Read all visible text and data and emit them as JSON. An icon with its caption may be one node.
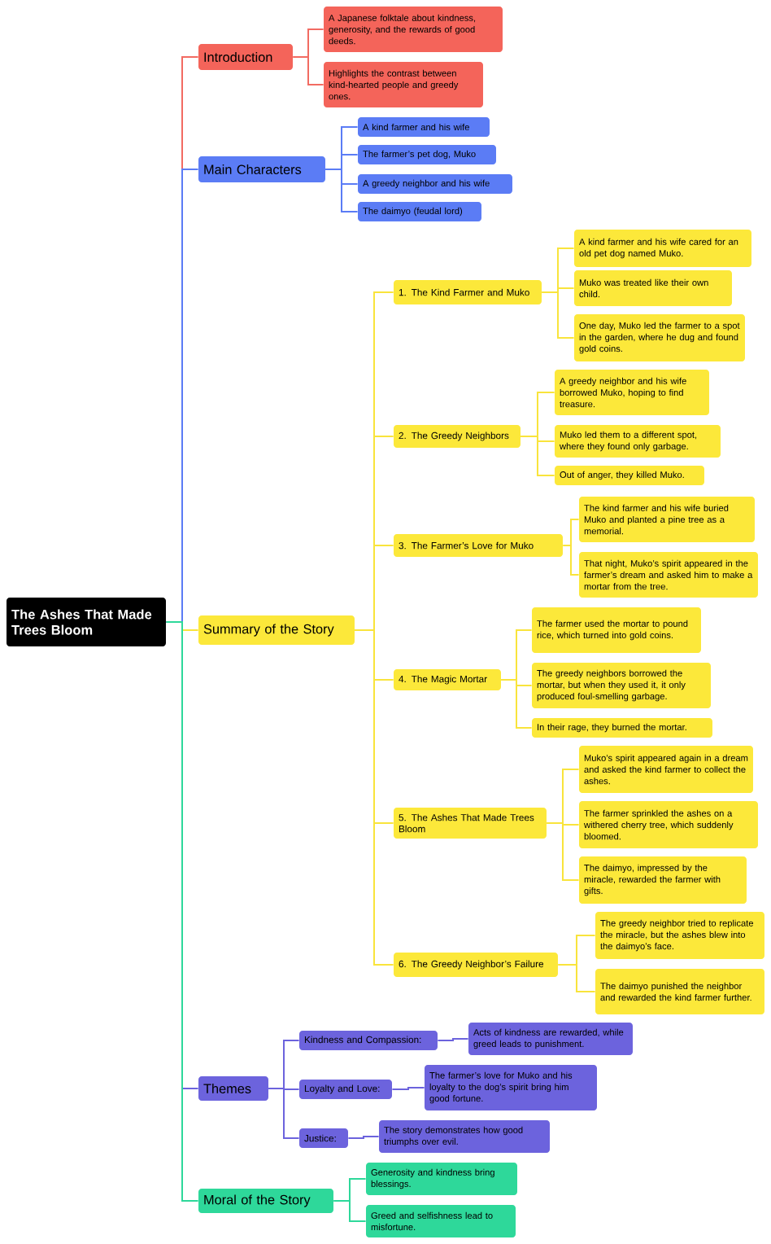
{
  "diagram": {
    "nodes": [
      {
        "text": [
          "The Ashes That Made Trees Bloom"
        ]
      },
      {
        "text": [
          "Introduction"
        ]
      },
      {
        "text": [
          "A Japanese folktale about kindness, generosity, and the rewards of good deeds."
        ]
      },
      {
        "text": [
          "Highlights the contrast between kind-hearted people and greedy ones."
        ]
      },
      {
        "text": [
          "Main Characters"
        ]
      },
      {
        "text": [
          "A kind farmer and his wife"
        ]
      },
      {
        "text": [
          "The farmer’s pet dog, Muko"
        ]
      },
      {
        "text": [
          "A greedy neighbor and his wife"
        ]
      },
      {
        "text": [
          "The daimyo (feudal lord)"
        ]
      },
      {
        "text": [
          "Summary of the Story"
        ]
      },
      {
        "text": [
          "1. The Kind Farmer and Muko"
        ]
      },
      {
        "text": [
          "A kind farmer and his wife cared for an old pet dog named Muko."
        ]
      },
      {
        "text": [
          "Muko was treated like their own child."
        ]
      },
      {
        "text": [
          "One day, Muko led the farmer to a spot in the garden, where he dug and found gold coins."
        ]
      },
      {
        "text": [
          "2. The Greedy Neighbors"
        ]
      },
      {
        "text": [
          "A greedy neighbor and his wife borrowed Muko, hoping to find treasure."
        ]
      },
      {
        "text": [
          "Muko led them to a different spot, where they found only garbage."
        ]
      },
      {
        "text": [
          "Out of anger, they killed Muko."
        ]
      },
      {
        "text": [
          "3. The Farmer’s Love for Muko"
        ]
      },
      {
        "text": [
          "The kind farmer and his wife buried Muko and planted a pine tree as a memorial."
        ]
      },
      {
        "text": [
          "That night, Muko’s spirit appeared in the farmer’s dream and asked him to make a mortar from the tree."
        ]
      },
      {
        "text": [
          "4. The Magic Mortar"
        ]
      },
      {
        "text": [
          "The farmer used the mortar to pound rice, which turned into gold coins."
        ]
      },
      {
        "text": [
          "The greedy neighbors borrowed the mortar, but when they used it, it only produced foul-smelling garbage."
        ]
      },
      {
        "text": [
          "In their rage, they burned the mortar."
        ]
      },
      {
        "text": [
          "5. The Ashes That Made Trees Bloom"
        ]
      },
      {
        "text": [
          "Muko’s spirit appeared again in a dream and asked the kind farmer to collect the ashes."
        ]
      },
      {
        "text": [
          "The farmer sprinkled the ashes on a withered cherry tree, which suddenly bloomed."
        ]
      },
      {
        "text": [
          "The daimyo, impressed by the miracle, rewarded the farmer with gifts."
        ]
      },
      {
        "text": [
          "6. The Greedy Neighbor’s Failure"
        ]
      },
      {
        "text": [
          "The greedy neighbor tried to replicate the miracle, but the ashes blew into the daimyo’s face."
        ]
      },
      {
        "text": [
          "The daimyo punished the neighbor and rewarded the kind farmer further."
        ]
      },
      {
        "text": [
          "Themes"
        ]
      },
      {
        "text": [
          "Kindness and Compassion:"
        ]
      },
      {
        "text": [
          "Acts of kindness are rewarded, while greed leads to punishment."
        ]
      },
      {
        "text": [
          "Loyalty and Love:"
        ]
      },
      {
        "text": [
          "The farmer’s love for Muko and his loyalty to the dog’s spirit bring him good fortune."
        ]
      },
      {
        "text": [
          "Justice:"
        ]
      },
      {
        "text": [
          "The story demonstrates how good triumphs over evil."
        ]
      },
      {
        "text": [
          "Moral of the Story"
        ]
      },
      {
        "text": [
          "Generosity and kindness bring blessings."
        ]
      },
      {
        "text": [
          "Greed and selfishness lead to misfortune."
        ]
      }
    ],
    "edges": [
      {
        "from": 0,
        "to": 1,
        "arrow": "none",
        "color": "#f26b62"
      },
      {
        "from": 1,
        "to": 2,
        "arrow": "none",
        "color": "#f26b62"
      },
      {
        "from": 1,
        "to": 3,
        "arrow": "none",
        "color": "#f26b62"
      },
      {
        "from": 0,
        "to": 4,
        "arrow": "none",
        "color": "#5b7cf5"
      },
      {
        "from": 4,
        "to": 5,
        "arrow": "none",
        "color": "#5b7cf5"
      },
      {
        "from": 4,
        "to": 6,
        "arrow": "none",
        "color": "#5b7cf5"
      },
      {
        "from": 4,
        "to": 7,
        "arrow": "none",
        "color": "#5b7cf5"
      },
      {
        "from": 4,
        "to": 8,
        "arrow": "none",
        "color": "#5b7cf5"
      },
      {
        "from": 0,
        "to": 9,
        "arrow": "none"
      },
      {
        "from": 9,
        "to": 10,
        "arrow": "none"
      },
      {
        "from": 10,
        "to": 11,
        "arrow": "none"
      },
      {
        "from": 10,
        "to": 12,
        "arrow": "none"
      },
      {
        "from": 10,
        "to": 13,
        "arrow": "none"
      },
      {
        "from": 9,
        "to": 14,
        "arrow": "none"
      },
      {
        "from": 14,
        "to": 15,
        "arrow": "none"
      },
      {
        "from": 14,
        "to": 16,
        "arrow": "none"
      },
      {
        "from": 14,
        "to": 17,
        "arrow": "none"
      },
      {
        "from": 9,
        "to": 18,
        "arrow": "none"
      },
      {
        "from": 18,
        "to": 19,
        "arrow": "none"
      },
      {
        "from": 18,
        "to": 20,
        "arrow": "none"
      },
      {
        "from": 9,
        "to": 21,
        "arrow": "none"
      },
      {
        "from": 21,
        "to": 22,
        "arrow": "none"
      },
      {
        "from": 21,
        "to": 23,
        "arrow": "none"
      },
      {
        "from": 21,
        "to": 24,
        "arrow": "none"
      },
      {
        "from": 9,
        "to": 25,
        "arrow": "none"
      },
      {
        "from": 25,
        "to": 26,
        "arrow": "none"
      },
      {
        "from": 25,
        "to": 27,
        "arrow": "none"
      },
      {
        "from": 25,
        "to": 28,
        "arrow": "none"
      },
      {
        "from": 9,
        "to": 29,
        "arrow": "none"
      },
      {
        "from": 29,
        "to": 30,
        "arrow": "none"
      },
      {
        "from": 29,
        "to": 31,
        "arrow": "none"
      },
      {
        "from": 0,
        "to": 32,
        "arrow": "none",
        "color": "#6c63dd"
      },
      {
        "from": 32,
        "to": 33,
        "arrow": "none",
        "color": "#6c63dd"
      },
      {
        "from": 33,
        "to": 34,
        "arrow": "none",
        "color": "#6c63dd"
      },
      {
        "from": 32,
        "to": 35,
        "arrow": "none",
        "color": "#6c63dd"
      },
      {
        "from": 35,
        "to": 36,
        "arrow": "none",
        "color": "#6c63dd"
      },
      {
        "from": 32,
        "to": 37,
        "arrow": "none",
        "color": "#6c63dd"
      },
      {
        "from": 37,
        "to": 38,
        "arrow": "none",
        "color": "#6c63dd"
      },
      {
        "from": 0,
        "to": 39,
        "arrow": "none",
        "color": "#2ed89a"
      },
      {
        "from": 39,
        "to": 40,
        "arrow": "none",
        "color": "#2ed89a"
      },
      {
        "from": 39,
        "to": 41,
        "arrow": "none",
        "color": "#2ed89a"
      }
    ]
  }
}
